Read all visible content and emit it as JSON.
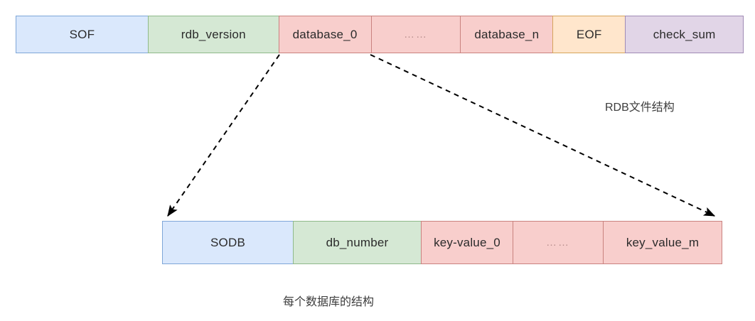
{
  "diagram": {
    "title_top": "RDB文件结构",
    "title_bottom": "每个数据库的结构",
    "colors": {
      "blue_fill": "#dae8fc",
      "blue_stroke": "#7ea6d8",
      "green_fill": "#d5e8d4",
      "green_stroke": "#8fb98a",
      "pink_fill": "#f8cecc",
      "pink_stroke": "#c9827f",
      "orange_fill": "#ffe6cc",
      "orange_stroke": "#d6a55c",
      "purple_fill": "#e1d5e7",
      "purple_stroke": "#a08bb5",
      "arrow_stroke": "#000000",
      "text": "#2b2b2b"
    },
    "rdb_file": {
      "name": "rdb-file-structure-bar",
      "cells": [
        {
          "label": "SOF",
          "color": "blue"
        },
        {
          "label": "rdb_version",
          "color": "green"
        },
        {
          "label": "database_0",
          "color": "pink"
        },
        {
          "label": "……",
          "color": "pink"
        },
        {
          "label": "database_n",
          "color": "pink"
        },
        {
          "label": "EOF",
          "color": "orange"
        },
        {
          "label": "check_sum",
          "color": "purple"
        }
      ]
    },
    "database_detail": {
      "name": "database-structure-bar",
      "cells": [
        {
          "label": "SODB",
          "color": "blue"
        },
        {
          "label": "db_number",
          "color": "green"
        },
        {
          "label": "key-value_0",
          "color": "pink"
        },
        {
          "label": "……",
          "color": "pink"
        },
        {
          "label": "key_value_m",
          "color": "pink"
        }
      ]
    },
    "connectors": [
      {
        "name": "expand-left-connector",
        "style": "dashed",
        "from": "database_0 left edge",
        "to": "database structure bar left end"
      },
      {
        "name": "expand-right-connector",
        "style": "dashed",
        "from": "database_0 right edge",
        "to": "database structure bar right end"
      }
    ]
  }
}
